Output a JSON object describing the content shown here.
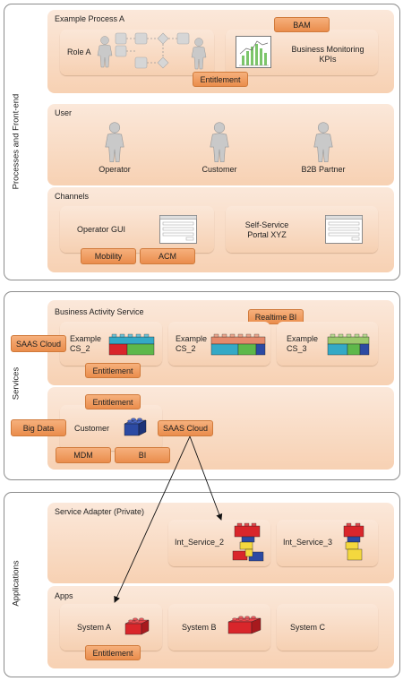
{
  "layers": [
    {
      "key": "front",
      "label": "Processes and Front-end"
    },
    {
      "key": "services",
      "label": "Services"
    },
    {
      "key": "apps",
      "label": "Applications"
    }
  ],
  "process": {
    "title": "Example Process A",
    "role_label": "Role A",
    "bam_label": "BAM",
    "kpi_label": "Business Monitoring KPIs",
    "entitlement_label": "Entitlement"
  },
  "user": {
    "title": "User",
    "actors": [
      "Operator",
      "Customer",
      "B2B Partner"
    ]
  },
  "channels": {
    "title": "Channels",
    "operator_gui": "Operator GUI",
    "self_service": "Self-Service Portal XYZ",
    "mobility": "Mobility",
    "acm": "ACM"
  },
  "business_activity": {
    "title": "Business Activity Service",
    "saas_cloud": "SAAS Cloud",
    "realtime_bi": "Realtime BI",
    "entitlement": "Entitlement",
    "services": [
      "Example CS_2",
      "Example CS_2",
      "Example CS_3"
    ]
  },
  "customer_service": {
    "entitlement": "Entitlement",
    "big_data": "Big Data",
    "customer": "Customer",
    "saas_cloud": "SAAS Cloud",
    "mdm": "MDM",
    "bi": "BI"
  },
  "service_adapter": {
    "title": "Service Adapter (Private)",
    "services": [
      "Int_Service_2",
      "Int_Service_3"
    ]
  },
  "apps": {
    "title": "Apps",
    "systems": [
      "System A",
      "System B",
      "System C"
    ],
    "entitlement": "Entitlement"
  },
  "colors": {
    "band": "#f8d6bc",
    "tag": "#ee9656",
    "brick_red": "#d9262b",
    "brick_green": "#5eb84a",
    "brick_blue": "#2c4aa3",
    "brick_cyan": "#34a9c6",
    "brick_yellow": "#f4d83e"
  }
}
